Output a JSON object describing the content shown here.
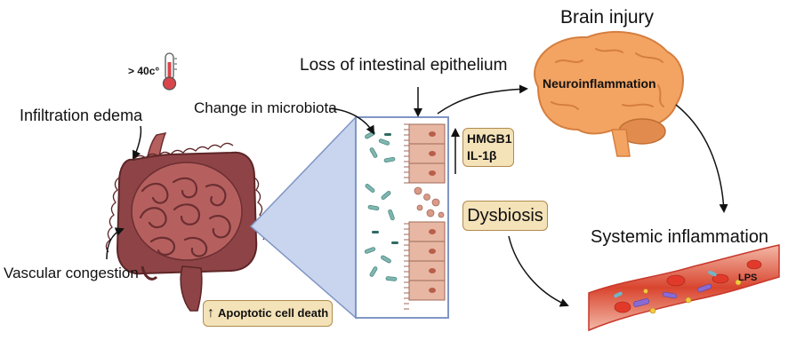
{
  "labels": {
    "temperature": "> 40c°",
    "brain_injury": "Brain injury",
    "loss_epithelium": "Loss of intestinal epithelium",
    "neuroinflammation": "Neuroinflammation",
    "infiltration_edema": "Infiltration edema",
    "change_microbiota": "Change in microbiota",
    "hmgb1": "HMGB1",
    "il1b": "IL-1β",
    "dysbiosis": "Dysbiosis",
    "systemic_inflammation": "Systemic inflammation",
    "vascular_congestion": "Vascular congestion",
    "lps": "LPS",
    "apoptotic": "Apoptotic cell death"
  },
  "colors": {
    "intestine": "#8e4447",
    "intestine_light": "#b5605f",
    "brain": "#f3a463",
    "brain_dark": "#d57e3e",
    "epithelium": "#e7b7a3",
    "bacteria": "#7fb7b0",
    "vessel": "#c8372b",
    "box_fill": "#f4e2b8",
    "box_border": "#b08c4f",
    "panel_fill": "#c9d5ee",
    "panel_border": "#8096c4"
  }
}
